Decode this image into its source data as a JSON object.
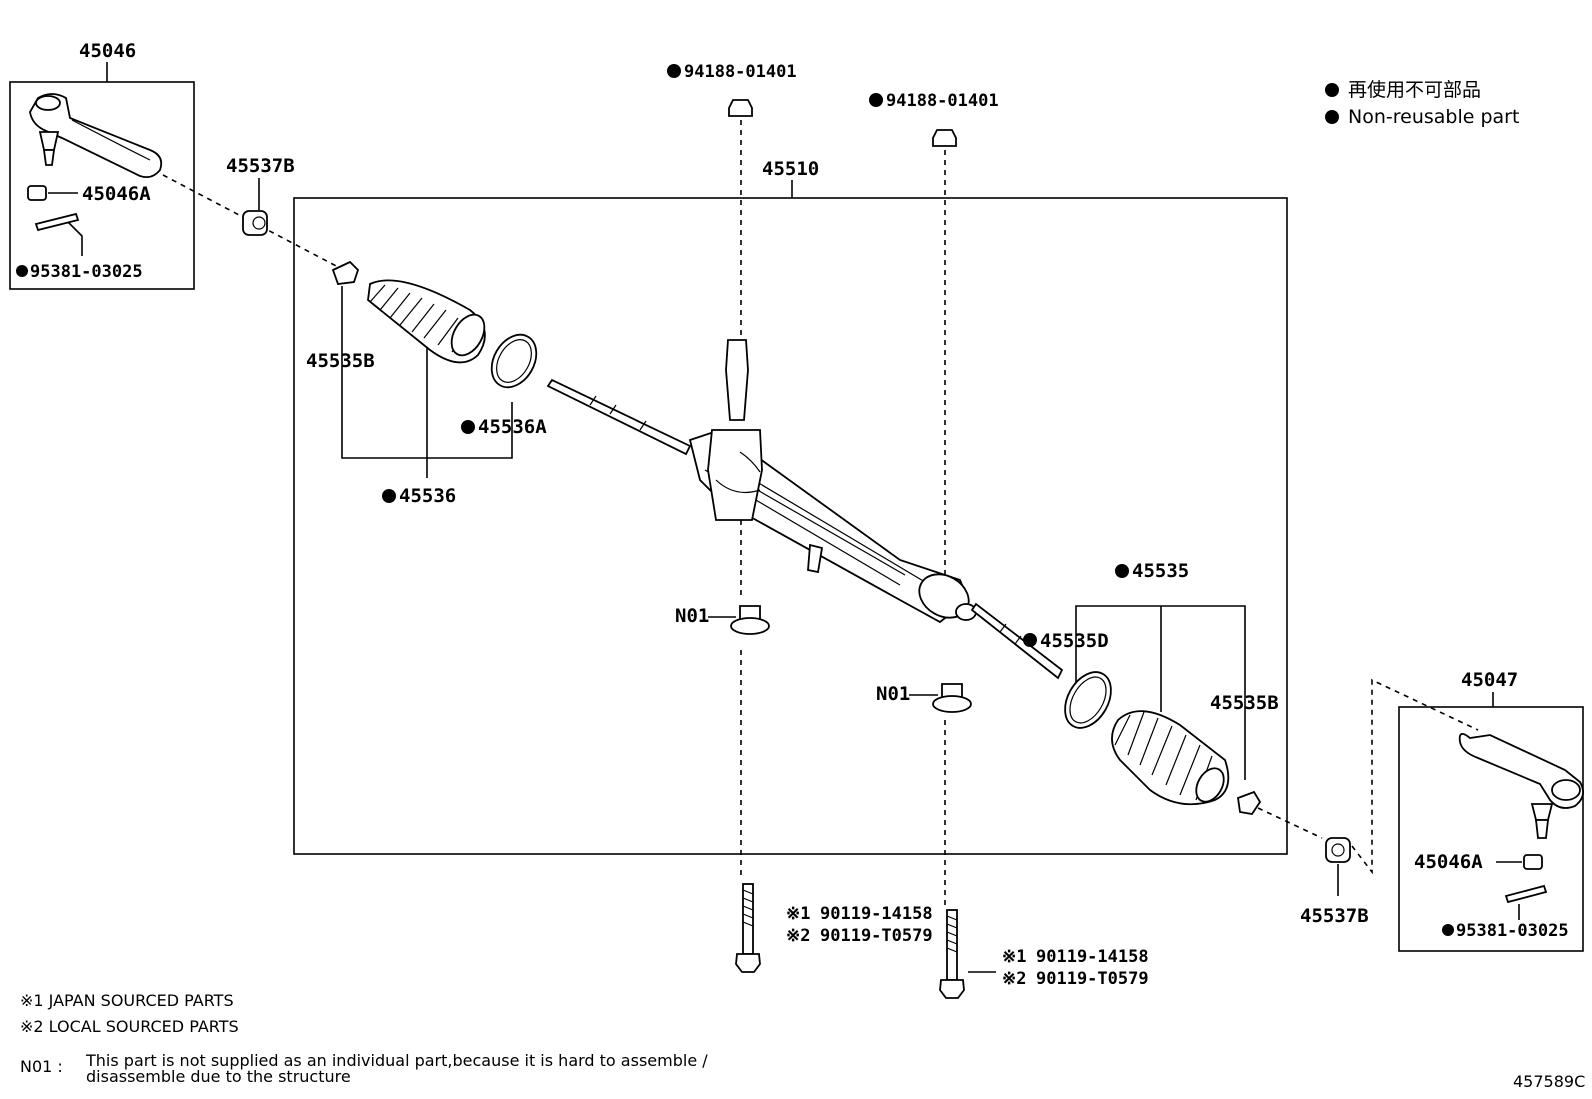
{
  "legend": {
    "jp": "再使用不可部品",
    "en": "Non-reusable part"
  },
  "callouts": {
    "tie_rod_end_left": "45046",
    "tie_rod_end_right": "45047",
    "nut_left": "45046A",
    "nut_right": "45046A",
    "cotter_left": "95381-03025",
    "cotter_right": "95381-03025",
    "lock_nut_left": "45537B",
    "lock_nut_right": "45537B",
    "rack_assy": "45510",
    "bolt_nut_a": "94188-01401",
    "bolt_nut_b": "94188-01401",
    "clip_left": "45535B",
    "clip_right": "45535B",
    "clamp_left": "45536A",
    "boot_left": "45536",
    "boot_right": "45535",
    "clamp_right": "45535D",
    "bushing_a": "N01",
    "bushing_b": "N01",
    "bolt_a_1_mark": "※1",
    "bolt_a_1": "90119-14158",
    "bolt_a_2_mark": "※2",
    "bolt_a_2": "90119-T0579",
    "bolt_b_1_mark": "※1",
    "bolt_b_1": "90119-14158",
    "bolt_b_2_mark": "※2",
    "bolt_b_2": "90119-T0579"
  },
  "notes": {
    "japan": "※1 JAPAN SOURCED PARTS",
    "local": "※2 LOCAL SOURCED PARTS",
    "n01_label": "N01 :",
    "n01_line1": "This part is not supplied as an individual part,because it is hard to assemble /",
    "n01_line2": "disassemble due to the structure"
  },
  "figure_id": "457589C"
}
